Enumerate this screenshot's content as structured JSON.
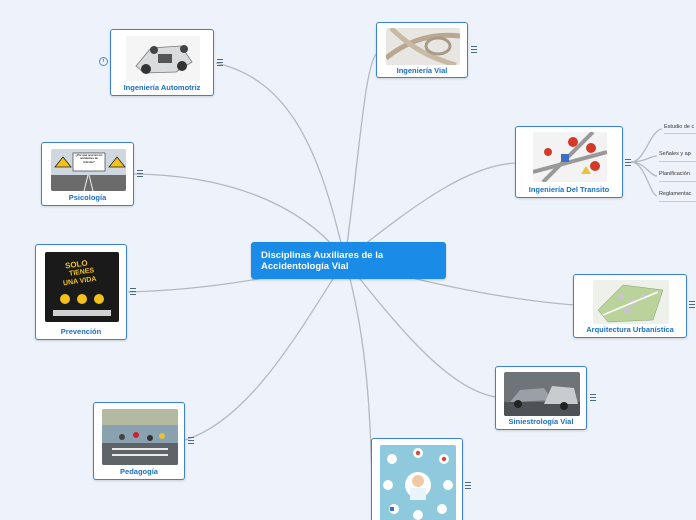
{
  "central": {
    "title": "Disciplinas Auxiliares de la Accidentología Vial"
  },
  "nodes": [
    {
      "id": "ing-auto",
      "label": "Ingeniería Automotriz",
      "icon": "car-chassis-image"
    },
    {
      "id": "ing-vial",
      "label": "Ingeniería Vial",
      "icon": "highway-interchange-image"
    },
    {
      "id": "ing-transito",
      "label": "Ingeniería Del Transito",
      "icon": "traffic-signs-image"
    },
    {
      "id": "psicologia",
      "label": "Psicología",
      "icon": "warning-signs-image"
    },
    {
      "id": "prevencion",
      "label": "Prevención",
      "icon": "prevention-poster-image"
    },
    {
      "id": "arquitectura",
      "label": "Arquitectura Urbanística",
      "icon": "urban-plan-image"
    },
    {
      "id": "siniestrologia",
      "label": "Siniestrología Vial",
      "icon": "car-crash-image"
    },
    {
      "id": "pedagogia",
      "label": "Pedagogía",
      "icon": "street-education-image"
    },
    {
      "id": "medicina",
      "label": "",
      "icon": "medical-icons-image"
    }
  ],
  "transito_children": [
    "Estudio de c",
    "Señales y ap",
    "Planificación",
    "Reglamentac"
  ],
  "prevencion_poster": {
    "line1": "SOLO",
    "line2": "TIENES",
    "line3": "UNA VIDA"
  },
  "psicologia_sign": {
    "text": "¿Por qué ocurren los accidentes de tránsito?"
  },
  "info_icon": "i",
  "colors": {
    "central": "#1a8be6",
    "border": "#3b83cf",
    "label": "#1b6fc2",
    "line": "#b3b9c2"
  }
}
